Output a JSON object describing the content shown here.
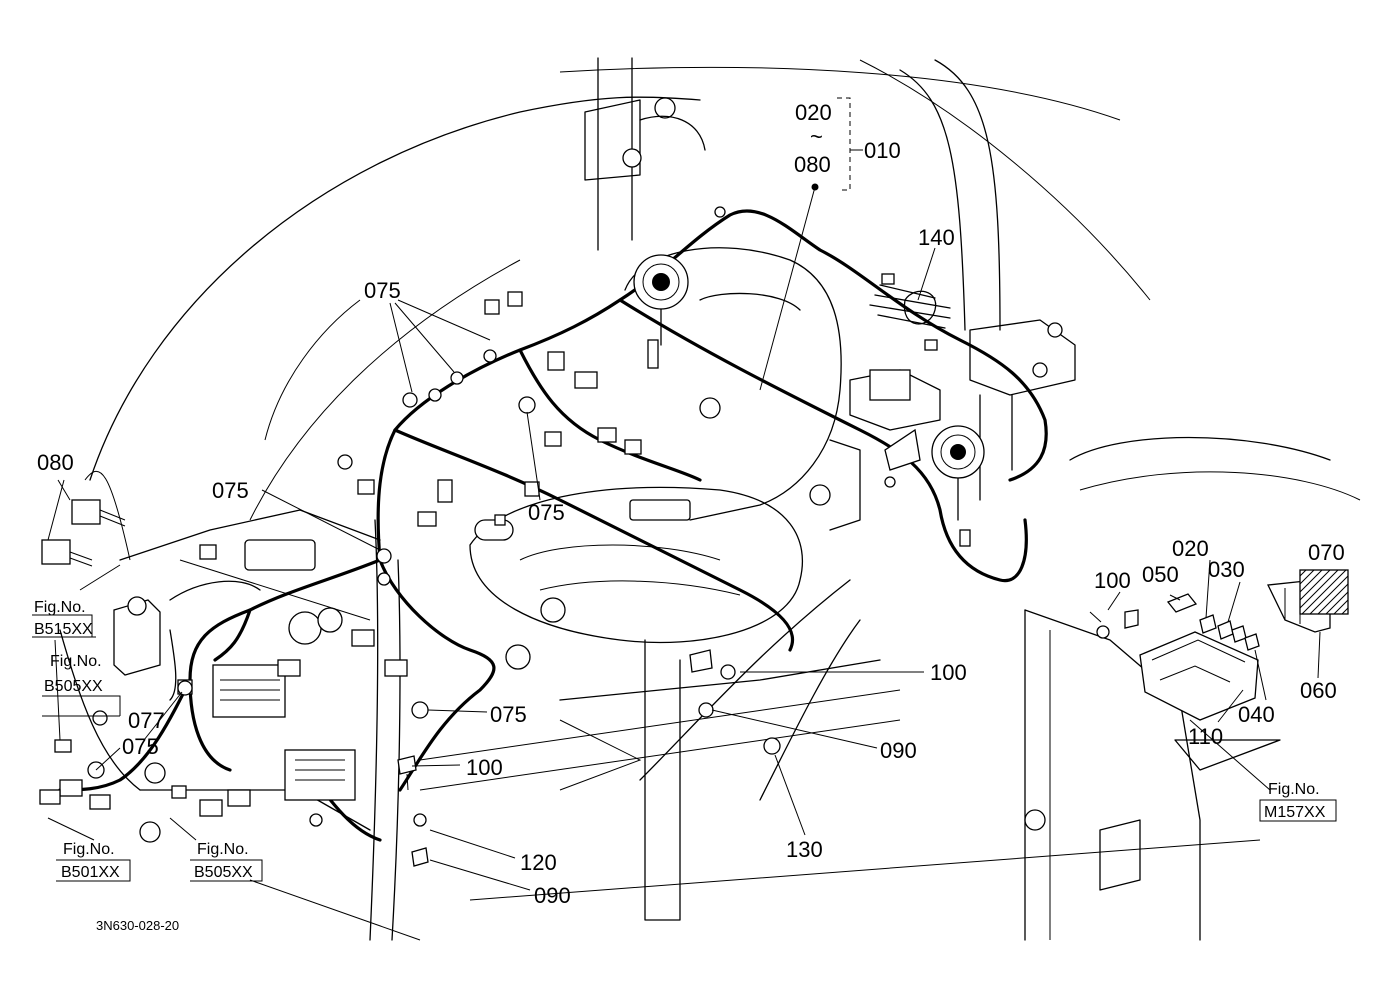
{
  "diagram": {
    "code": "3N630-028-20",
    "callouts": {
      "c020_top": "020",
      "tilde": "~",
      "c080_top": "080",
      "c010": "010",
      "c140": "140",
      "c075_a": "075",
      "c075_b": "075",
      "c075_c": "075",
      "c075_d": "075",
      "c075_e": "075",
      "c080_left": "080",
      "c077": "077",
      "c100_a": "100",
      "c100_b": "100",
      "c100_c": "100",
      "c090_a": "090",
      "c090_b": "090",
      "c120": "120",
      "c130": "130",
      "c050": "050",
      "c020_r": "020",
      "c030": "030",
      "c070": "070",
      "c060": "060",
      "c040": "040",
      "c110": "110"
    },
    "fig_refs": {
      "b515": {
        "label": "Fig.No.",
        "code": "B515XX"
      },
      "b505_upper": {
        "label": "Fig.No.",
        "code": "B505XX"
      },
      "b501": {
        "label": "Fig.No.",
        "code": "B501XX"
      },
      "b505_lower": {
        "label": "Fig.No.",
        "code": "B505XX"
      },
      "m157": {
        "label": "Fig.No.",
        "code": "M157XX"
      }
    }
  }
}
